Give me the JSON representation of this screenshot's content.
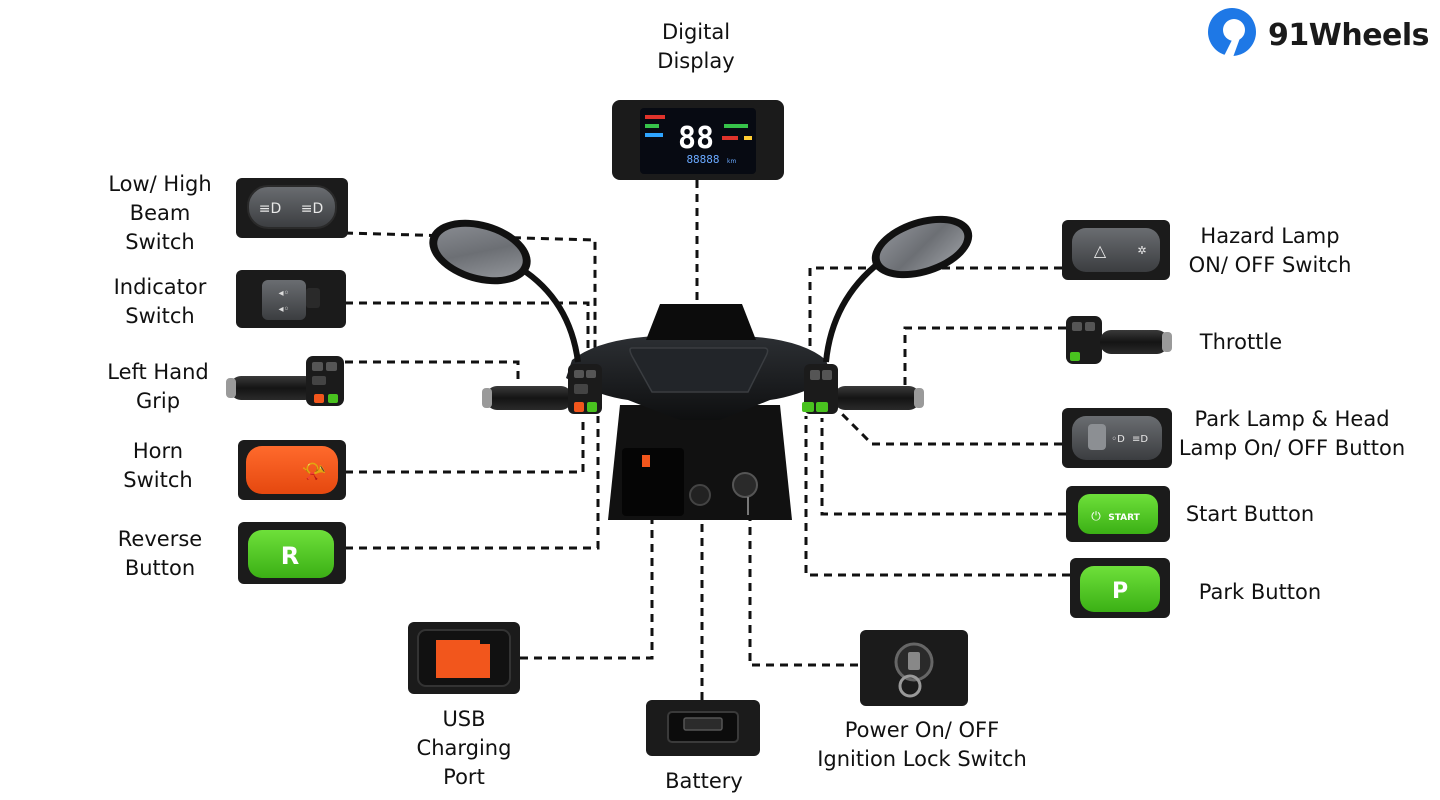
{
  "brand": {
    "logo_text": "91Wheels",
    "accent": "#1e78e6"
  },
  "diagram": {
    "components": [
      {
        "id": "digital-display",
        "lines": [
          "Digital",
          "Display"
        ]
      },
      {
        "id": "low-high-beam-switch",
        "lines": [
          "Low/ High",
          "Beam",
          "Switch"
        ]
      },
      {
        "id": "indicator-switch",
        "lines": [
          "Indicator",
          "Switch"
        ]
      },
      {
        "id": "left-hand-grip",
        "lines": [
          "Left Hand",
          "Grip"
        ]
      },
      {
        "id": "horn-switch",
        "lines": [
          "Horn",
          "Switch"
        ]
      },
      {
        "id": "reverse-button",
        "lines": [
          "Reverse",
          "Button"
        ]
      },
      {
        "id": "usb-charging-port",
        "lines": [
          "USB",
          "Charging",
          "Port"
        ]
      },
      {
        "id": "battery",
        "lines": [
          "Battery"
        ]
      },
      {
        "id": "ignition-lock-switch",
        "lines": [
          "Power On/ OFF",
          "Ignition Lock Switch"
        ]
      },
      {
        "id": "hazard-lamp-switch",
        "lines": [
          "Hazard Lamp",
          "ON/ OFF Switch"
        ]
      },
      {
        "id": "throttle",
        "lines": [
          "Throttle"
        ]
      },
      {
        "id": "park-head-lamp-button",
        "lines": [
          "Park Lamp & Head",
          "Lamp On/ OFF Button"
        ]
      },
      {
        "id": "start-button",
        "lines": [
          "Start Button"
        ]
      },
      {
        "id": "park-button",
        "lines": [
          "Park Button"
        ]
      }
    ],
    "button_glyphs": {
      "reverse": "R",
      "park": "P",
      "start": "START",
      "display_speed": "88",
      "display_odo": "88888",
      "display_unit": "km"
    },
    "colors": {
      "orange": "#f2561c",
      "green": "#49c21f",
      "dark": "#1f1f1f",
      "leader": "#111111"
    }
  }
}
